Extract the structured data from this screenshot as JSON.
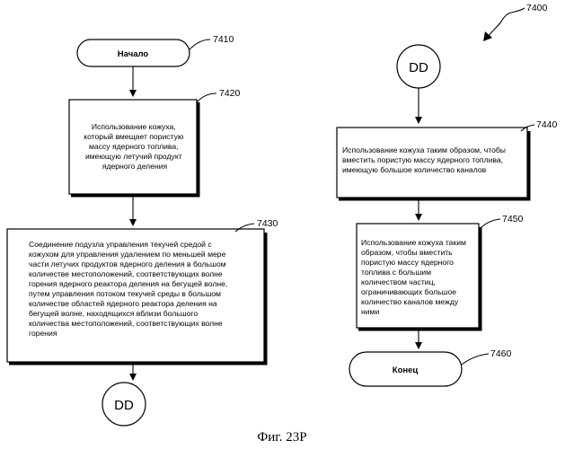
{
  "figure_ref": "7400",
  "caption": "Фиг. 23Р",
  "start": {
    "label": "Начало",
    "ref": "7410"
  },
  "step_7420": {
    "ref": "7420",
    "lines": [
      "Использование кожуха,",
      "который вмещает пористую",
      "массу ядерного топлива,",
      "имеющую летучий продукт",
      "ядерного деления"
    ]
  },
  "step_7430": {
    "ref": "7430",
    "lines": [
      "Соединение подузла управления текучей средой с",
      "кожухом для управления удалением по меньшей мере",
      "части летучих продуктов ядерного деления в большом",
      "количестве местоположений, соответствующих волне",
      "горения ядерного реактора деления на бегущей волне,",
      "путем управления потоком текучей среды в большом",
      "количестве областей ядерного реактора деления на",
      "бегущей волне, находящихся вблизи большого",
      "количества местоположений, соответствующих волне",
      "горения"
    ]
  },
  "connector_bottom": {
    "label": "DD"
  },
  "connector_top": {
    "label": "DD"
  },
  "step_7440": {
    "ref": "7440",
    "lines": [
      "Использование кожуха таким образом, чтобы",
      "вместить пористую массу ядерного топлива,",
      "имеющую большое количество каналов"
    ]
  },
  "step_7450": {
    "ref": "7450",
    "lines": [
      "Использование кожуха таким",
      "образом, чтобы вместить",
      "пористую массу ядерного",
      "топлива с большим",
      "количеством частиц,",
      "ограничивающих большое",
      "количество каналов между",
      "ними"
    ]
  },
  "end": {
    "label": "Конец",
    "ref": "7460"
  }
}
